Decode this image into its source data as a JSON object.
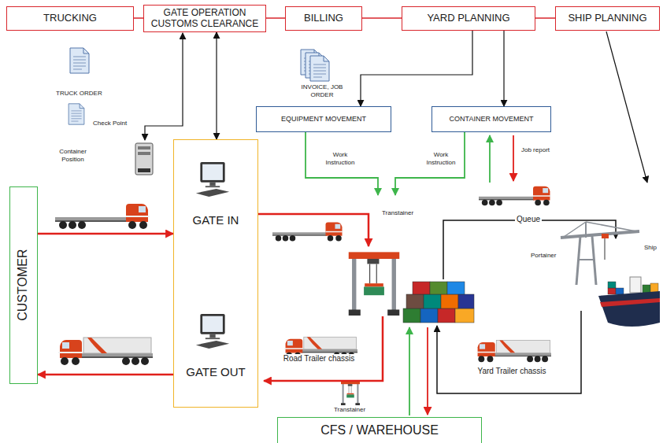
{
  "diagram": {
    "nodes": [
      {
        "text": [
          "TRUCKING"
        ]
      },
      {
        "text": [
          "GATE OPERATION CUSTOMS CLEARANCE"
        ]
      },
      {
        "text": [
          "BILLING"
        ]
      },
      {
        "text": [
          "YARD PLANNING"
        ]
      },
      {
        "text": [
          "SHIP PLANNING"
        ]
      },
      {
        "text": [
          "EQUIPMENT MOVEMENT"
        ]
      },
      {
        "text": [
          "CONTAINER MOVEMENT"
        ]
      },
      {
        "text": [
          "CUSTOMER"
        ]
      },
      {
        "text": [
          "GATE IN",
          "GATE OUT"
        ]
      },
      {
        "text": [
          "CFS / WAREHOUSE"
        ]
      }
    ],
    "edges": [
      {
        "from": 0,
        "to": 1,
        "arrow": "none"
      },
      {
        "from": 1,
        "to": 2,
        "arrow": "none"
      },
      {
        "from": 2,
        "to": 3,
        "arrow": "none"
      },
      {
        "from": 3,
        "to": 4,
        "arrow": "none"
      },
      {
        "from": 3,
        "to": 5,
        "arrow": "to"
      },
      {
        "from": 3,
        "to": 6,
        "arrow": "to"
      },
      {
        "from": 1,
        "to": 8,
        "arrow": "both"
      },
      {
        "from": 7,
        "to": 8,
        "arrow": "to"
      },
      {
        "from": 8,
        "to": 7,
        "arrow": "to"
      }
    ],
    "labels": [
      "TRUCK ORDER",
      "Check Point",
      "Container Position",
      "INVOICE, JOB ORDER",
      "Work Instruction",
      "Work Instruction",
      "Job report",
      "Transtainer",
      "Queue",
      "Portainer",
      "Ship",
      "Road Trailer chassis",
      "Yard Trailer chassis",
      "Transtainer"
    ]
  }
}
